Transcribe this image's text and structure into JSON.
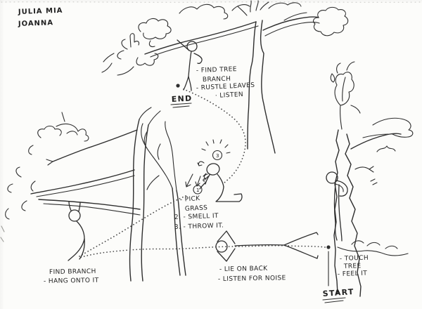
{
  "header": {
    "line1": "JULIA MIA",
    "line2": "JOANNA"
  },
  "stations": {
    "end": {
      "label": "END",
      "instructions": [
        "- FIND TREE",
        "BRANCH",
        "- RUSTLE LEAVES",
        "· LISTEN"
      ]
    },
    "grass": {
      "instructions": [
        "- PICK",
        "GRASS",
        "2. - SMELL IT",
        "3. - THROW IT."
      ]
    },
    "hang": {
      "instructions": [
        "FIND BRANCH",
        "- HANG ONTO IT"
      ]
    },
    "lie": {
      "instructions": [
        "- LIE ON BACK",
        "- LISTEN FOR NOISE"
      ]
    },
    "start": {
      "label": "START",
      "instructions": [
        "- TOUCH",
        "TREE",
        "- FEEL IT"
      ]
    }
  },
  "markers": {
    "pick_step": "1",
    "throw_step": "3"
  },
  "colors": {
    "ink": "#2e2e2e",
    "paper": "#fcfcfa",
    "route_dots": "#4a4a4a"
  }
}
